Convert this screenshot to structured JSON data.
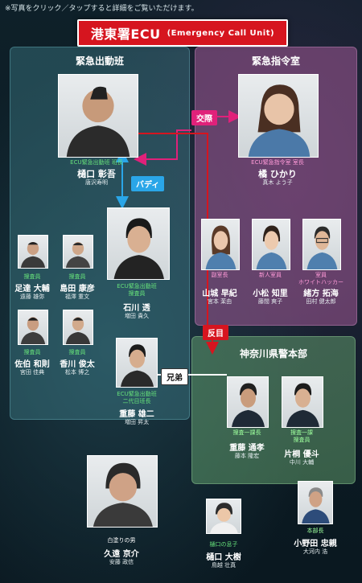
{
  "note": "※写真をクリック／タップすると詳細をご覧いただけます。",
  "title": {
    "main": "港東署ECU",
    "sub": "(Emergency Call Unit)"
  },
  "panels": {
    "team": "緊急出動班",
    "command": "緊急指令室",
    "police": "神奈川県警本部"
  },
  "relations": {
    "koushi": "交際",
    "buddy": "バディ",
    "hanmoku": "反目",
    "kyoudai": "兄弟"
  },
  "colors": {
    "red": "#d6151f",
    "pink": "#e0217a",
    "blue": "#2aa6e8"
  },
  "people": {
    "higuchi_akira": {
      "role": "ECU緊急出動班 班長",
      "name": "樋口 彰吾",
      "actor": "唐沢寿明"
    },
    "tachibana": {
      "role": "ECU緊急指令室 室長",
      "name": "橘 ひかり",
      "actor": "真木 よう子"
    },
    "ishikawa": {
      "role": "ECU緊急出動班\n捜査員",
      "name": "石川 透",
      "actor": "増田 貴久"
    },
    "adachi": {
      "role": "捜査員",
      "name": "足達 大輔",
      "actor": "遠藤 雄弥"
    },
    "shimada": {
      "role": "捜査員",
      "name": "島田 康彦",
      "actor": "福澤 重文"
    },
    "saeki": {
      "role": "捜査員",
      "name": "佐伯 和則",
      "actor": "宮田 佳典"
    },
    "kagawa": {
      "role": "捜査員",
      "name": "香川 俊太",
      "actor": "松本 博之"
    },
    "yamashiro": {
      "role": "副室長",
      "name": "山城 早紀",
      "actor": "宮本 茉由"
    },
    "komatsu": {
      "role": "新人室員",
      "name": "小松 知里",
      "actor": "藤間 爽子"
    },
    "ogata": {
      "role": "室員\nホワイトハッカー",
      "name": "緒方 拓海",
      "actor": "田村 健太郎"
    },
    "shigefuji_yuji": {
      "role": "ECU緊急出動班\n二代目班長",
      "name": "重藤 雄二",
      "actor": "増田 昇太"
    },
    "shigefuji_michitaka": {
      "role": "捜査一課長",
      "name": "重藤 通孝",
      "actor": "藤本 隆宏"
    },
    "katagiri": {
      "role": "捜査一課\n捜査員",
      "name": "片桐 優斗",
      "actor": "中川 大輔"
    },
    "kuon": {
      "role": "白塗りの男",
      "name": "久遠 京介",
      "actor": "安藤 政信"
    },
    "higuchi_daiki": {
      "role": "樋口の息子",
      "name": "樋口 大樹",
      "actor": "鳥越 壮真"
    },
    "onoda": {
      "role": "本部長",
      "name": "小野田 忠親",
      "actor": "大河内 浩"
    }
  }
}
